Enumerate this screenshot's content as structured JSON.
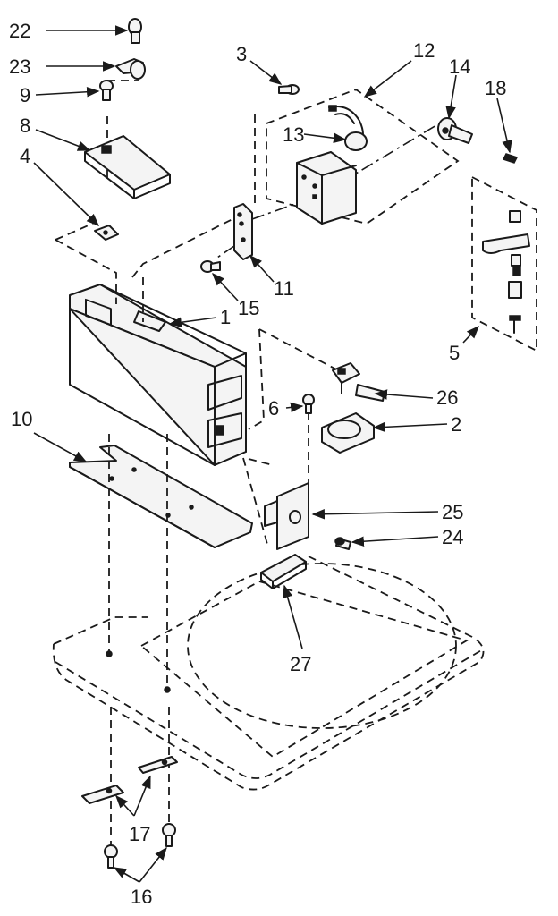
{
  "callouts": [
    {
      "id": "c22",
      "text": "22"
    },
    {
      "id": "c23",
      "text": "23"
    },
    {
      "id": "c9",
      "text": "9"
    },
    {
      "id": "c8",
      "text": "8"
    },
    {
      "id": "c4",
      "text": "4"
    },
    {
      "id": "c3",
      "text": "3"
    },
    {
      "id": "c12",
      "text": "12"
    },
    {
      "id": "c14",
      "text": "14"
    },
    {
      "id": "c18",
      "text": "18"
    },
    {
      "id": "c13",
      "text": "13"
    },
    {
      "id": "c11",
      "text": "11"
    },
    {
      "id": "c15",
      "text": "15"
    },
    {
      "id": "c1",
      "text": "1"
    },
    {
      "id": "c5",
      "text": "5"
    },
    {
      "id": "c26",
      "text": "26"
    },
    {
      "id": "c6",
      "text": "6"
    },
    {
      "id": "c2",
      "text": "2"
    },
    {
      "id": "c10",
      "text": "10"
    },
    {
      "id": "c25",
      "text": "25"
    },
    {
      "id": "c24",
      "text": "24"
    },
    {
      "id": "c27",
      "text": "27"
    },
    {
      "id": "c17",
      "text": "17"
    },
    {
      "id": "c16",
      "text": "16"
    }
  ]
}
